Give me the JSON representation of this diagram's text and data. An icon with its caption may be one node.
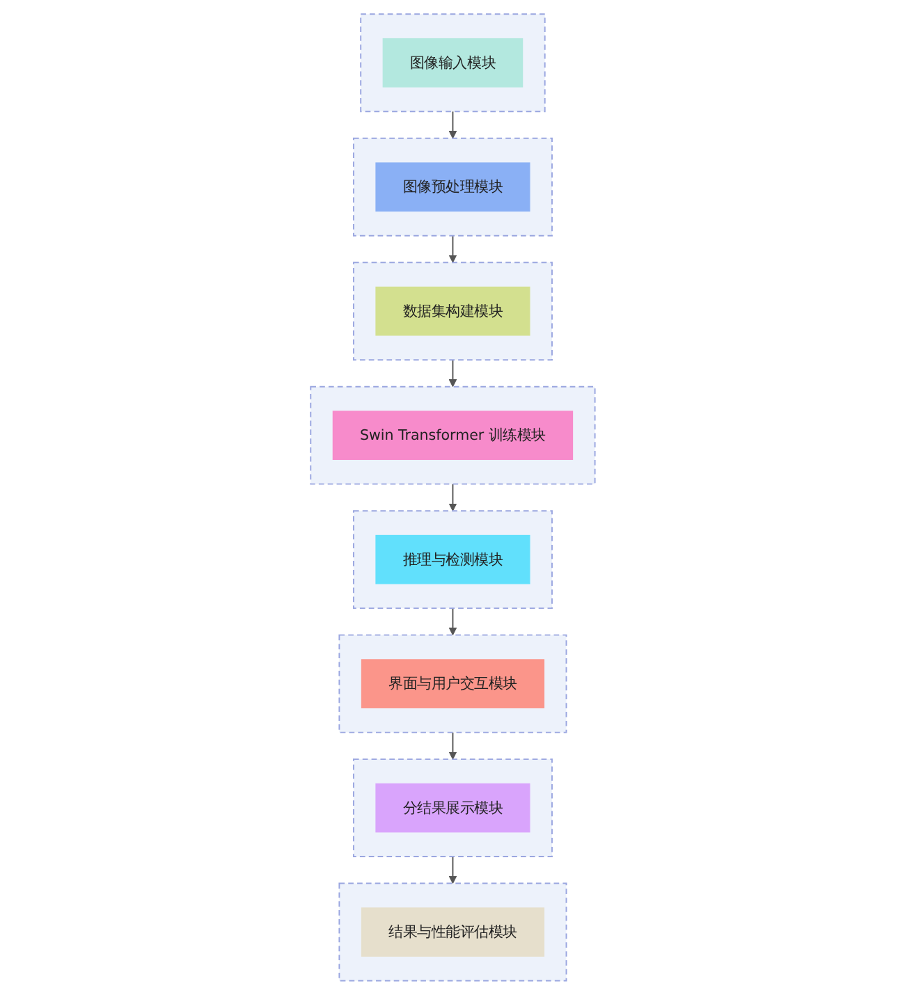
{
  "diagram": {
    "nodes": [
      {
        "text": [],
        "shape": "box"
      },
      {
        "text": [
          "图像输入模块"
        ],
        "in": 0
      },
      {
        "text": [],
        "shape": "box"
      },
      {
        "text": [
          "图像预处理模块"
        ],
        "in": 2
      },
      {
        "text": [],
        "shape": "box"
      },
      {
        "text": [
          "数据集构建模块"
        ],
        "in": 4
      },
      {
        "text": [],
        "shape": "box"
      },
      {
        "text": [
          "Swin Transformer 训练模块"
        ],
        "in": 6
      },
      {
        "text": [],
        "shape": "box"
      },
      {
        "text": [
          "推理与检测模块"
        ],
        "in": 8
      },
      {
        "text": [],
        "shape": "box"
      },
      {
        "text": [
          "界面与用户交互模块"
        ],
        "in": 10
      },
      {
        "text": [],
        "shape": "box"
      },
      {
        "text": [
          "分结果展示模块"
        ],
        "in": 12
      },
      {
        "text": [],
        "shape": "box"
      },
      {
        "text": [
          "结果与性能评估模块"
        ],
        "in": 14
      }
    ],
    "edges": [
      {
        "from": 0,
        "to": 2,
        "arrow": "to"
      },
      {
        "from": 2,
        "to": 4,
        "arrow": "to"
      },
      {
        "from": 4,
        "to": 6,
        "arrow": "to"
      },
      {
        "from": 6,
        "to": 8,
        "arrow": "to"
      },
      {
        "from": 8,
        "to": 10,
        "arrow": "to"
      },
      {
        "from": 10,
        "to": 12,
        "arrow": "to"
      },
      {
        "from": 12,
        "to": 14,
        "arrow": "to"
      }
    ]
  }
}
